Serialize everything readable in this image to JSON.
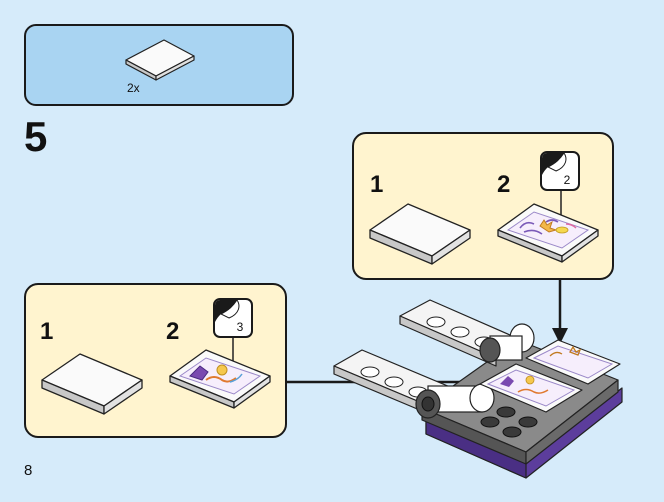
{
  "parts_list": {
    "quantity": "2x"
  },
  "step": {
    "number": "5"
  },
  "sub_assembly_upper": {
    "sub_step_1": "1",
    "sub_step_2": "2",
    "sticker_number": "2"
  },
  "sub_assembly_lower": {
    "sub_step_1": "1",
    "sub_step_2": "2",
    "sticker_number": "3"
  },
  "page": {
    "number": "8"
  },
  "colors": {
    "page_background": "#d6ebfa",
    "parts_box": "#a9d4f2",
    "sub_box": "#fff4cf",
    "base_purple": "#5c3d9c",
    "dark_gray": "#555555"
  }
}
